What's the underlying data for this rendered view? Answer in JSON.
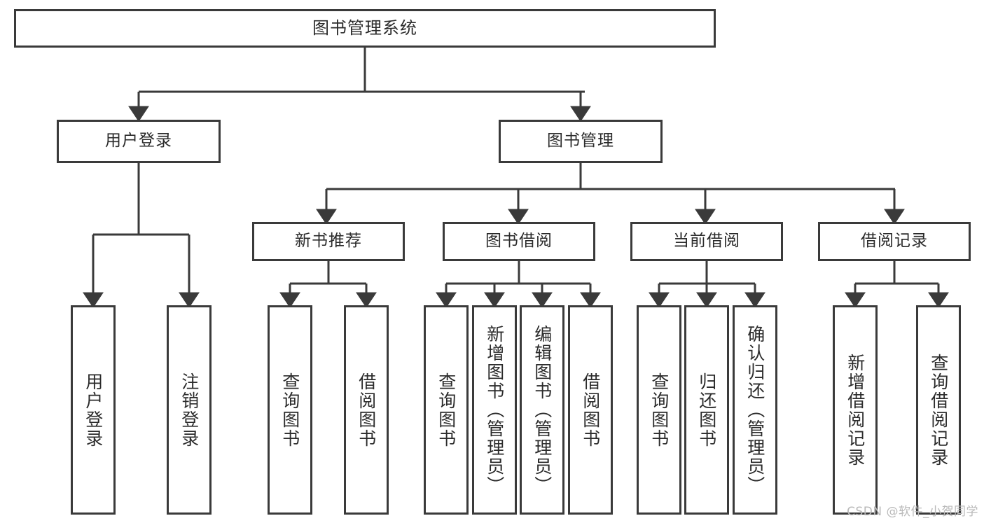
{
  "diagram": {
    "type": "tree-hierarchy-chart",
    "title": "图书管理系统",
    "colors": {
      "box_border": "#3a3a3a",
      "box_fill": "#ffffff",
      "connector": "#3a3a3a",
      "text": "#2b2b2b",
      "watermark": "#b9b9b9",
      "background": "#ffffff"
    },
    "root": {
      "label": "图书管理系统"
    },
    "level1": [
      {
        "id": "user-login",
        "label": "用户登录"
      },
      {
        "id": "book-management",
        "label": "图书管理"
      }
    ],
    "level2": [
      {
        "id": "new-book-recommend",
        "label": "新书推荐",
        "parent": "book-management"
      },
      {
        "id": "book-borrow",
        "label": "图书借阅",
        "parent": "book-management"
      },
      {
        "id": "current-borrow",
        "label": "当前借阅",
        "parent": "book-management"
      },
      {
        "id": "borrow-record",
        "label": "借阅记录",
        "parent": "book-management"
      }
    ],
    "leaves": {
      "user-login": [
        {
          "id": "leaf-user-login",
          "label": "用户登录"
        },
        {
          "id": "leaf-user-logout",
          "label": "注销登录"
        }
      ],
      "new-book-recommend": [
        {
          "id": "leaf-query-book-1",
          "label": "查询图书"
        },
        {
          "id": "leaf-borrow-book-1",
          "label": "借阅图书"
        }
      ],
      "book-borrow": [
        {
          "id": "leaf-query-book-2",
          "label": "查询图书"
        },
        {
          "id": "leaf-add-book",
          "label": "新增图书（管理员）"
        },
        {
          "id": "leaf-edit-book",
          "label": "编辑图书（管理员）"
        },
        {
          "id": "leaf-borrow-book-2",
          "label": "借阅图书"
        }
      ],
      "current-borrow": [
        {
          "id": "leaf-query-book-3",
          "label": "查询图书"
        },
        {
          "id": "leaf-return-book",
          "label": "归还图书"
        },
        {
          "id": "leaf-confirm-return",
          "label": "确认归还（管理员）"
        }
      ],
      "borrow-record": [
        {
          "id": "leaf-add-record",
          "label": "新增借阅记录"
        },
        {
          "id": "leaf-query-record",
          "label": "查询借阅记录"
        }
      ]
    }
  },
  "watermark": {
    "text": "CSDN @软件_小贺同学"
  }
}
